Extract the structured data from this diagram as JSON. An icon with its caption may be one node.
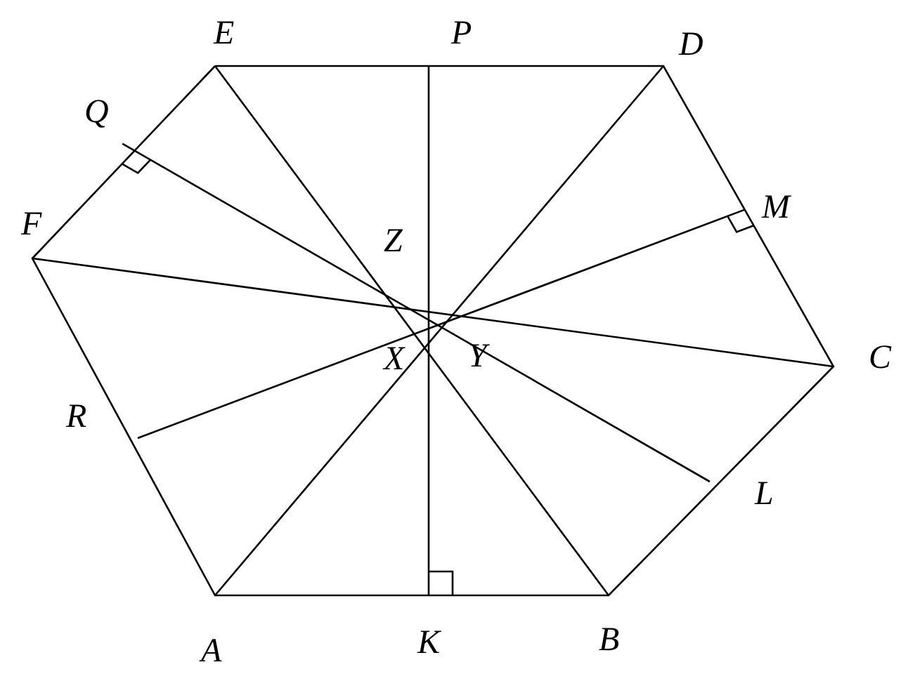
{
  "diagram": {
    "labels": [
      "E",
      "P",
      "D",
      "Q",
      "F",
      "Z",
      "M",
      "X",
      "Y",
      "C",
      "R",
      "L",
      "A",
      "K",
      "B"
    ]
  }
}
